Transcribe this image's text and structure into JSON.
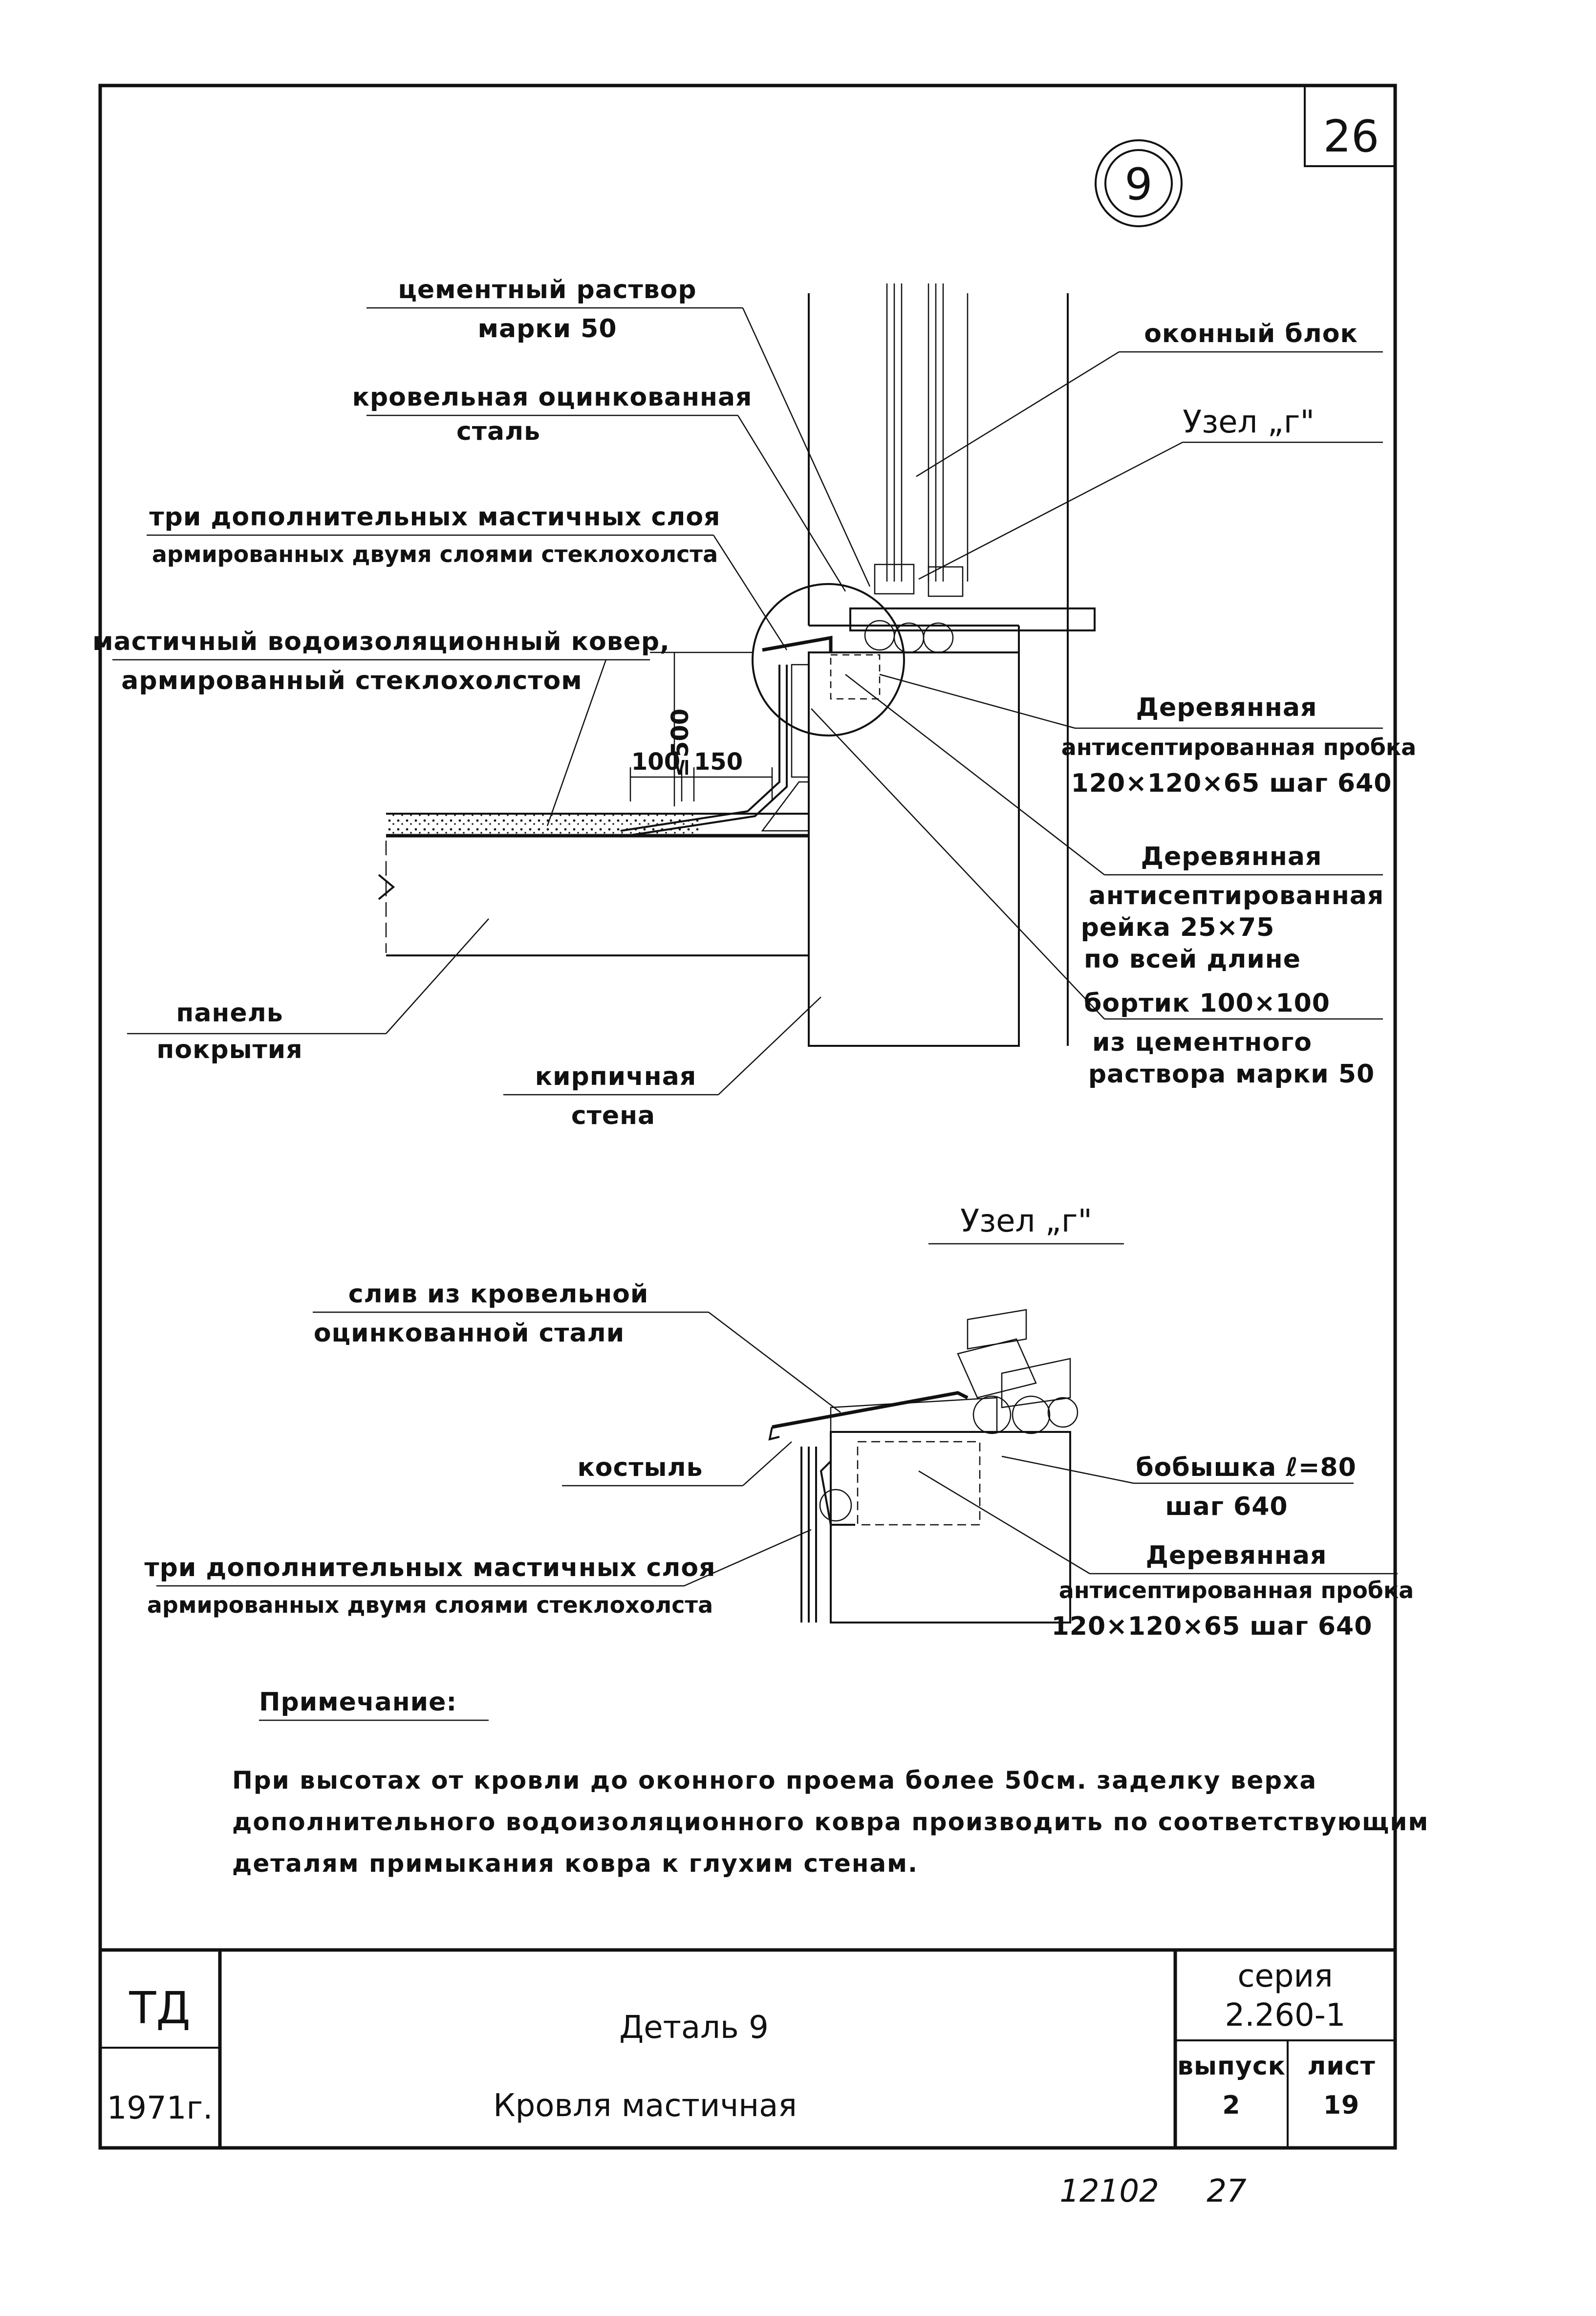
{
  "sheet": {
    "sheet_number": "26",
    "detail_number": "9"
  },
  "main_detail": {
    "labels": {
      "cement_mortar": [
        "цементный раствор",
        "марки 50"
      ],
      "roof_steel": [
        "кровельная оцинкованная",
        "сталь"
      ],
      "three_layers": [
        "три дополнительных мастичных слоя",
        "армированных двумя слоями стеклохолста"
      ],
      "mastic_carpet": [
        "мастичный водоизоляционный ковер,",
        "армированный стеклохолстом"
      ],
      "panel": [
        "панель",
        "покрытия"
      ],
      "brick_wall": [
        "кирпичная",
        "стена"
      ],
      "window_block": "оконный блок",
      "node_ref": "Узел „г\"",
      "wood_plug": [
        "Деревянная",
        "антисептированная пробка",
        "120×120×65 шаг 640"
      ],
      "wood_batten": [
        "Деревянная",
        "антисептированная",
        "рейка 25×75",
        "по всей длине"
      ],
      "curb": [
        "бортик 100×100",
        "из цементного",
        "раствора марки 50"
      ]
    },
    "dimensions": {
      "height": "≤500",
      "left": "100",
      "right": "150"
    }
  },
  "node_detail": {
    "title": "Узел „г\"",
    "labels": {
      "drip": [
        "слив из кровельной",
        "оцинкованной стали"
      ],
      "bracket": "костыль",
      "three_layers": [
        "три дополнительных мастичных слоя",
        "армированных двумя слоями стеклохолста"
      ],
      "boss": [
        "бобышка ℓ=80",
        "шаг 640"
      ],
      "wood_plug": [
        "Деревянная",
        "антисептированная пробка",
        "120×120×65 шаг 640"
      ]
    }
  },
  "note": {
    "heading": "Примечание:",
    "lines": [
      "При высотах от кровли до оконного проема более 50см. заделку верха",
      "дополнительного водоизоляционного ковра производить по соответствующим",
      "деталям примыкания ковра к глухим стенам."
    ]
  },
  "stamp": {
    "org": "ТД",
    "year": "1971г.",
    "title_line1": "Деталь 9",
    "title_line2": "Кровля мастичная",
    "series_label": "серия",
    "series_value": "2.260-1",
    "issue_label": "выпуск",
    "issue_value": "2",
    "sheet_label": "лист",
    "sheet_value": "19"
  },
  "footer": {
    "code": "12102",
    "page": "27"
  }
}
